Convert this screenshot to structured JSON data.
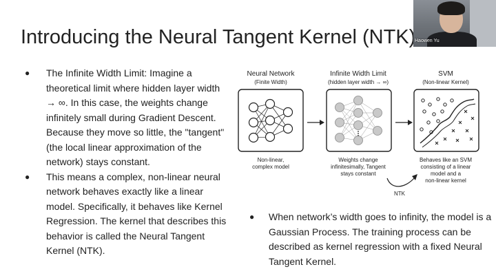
{
  "slide": {
    "title": "Introducing the Neural Tangent Kernel (NTK)"
  },
  "webcam": {
    "name": "Haowen Yu"
  },
  "left_bullets": [
    {
      "text": "The Infinite Width Limit: Imagine a theoretical limit where hidden layer width → ∞. In this case, the weights change infinitely small during Gradient Descent. Because they move so little, the \"tangent\" (the local linear approximation of the network) stays constant."
    },
    {
      "text": "This means a complex, non-linear neural network behaves exactly like a linear model. Specifically, it behaves like Kernel Regression. The kernel that describes this behavior is called the Neural Tangent Kernel (NTK)."
    }
  ],
  "bullet_glyph": "●",
  "right_bullet": {
    "text": "When network’s width goes to infinity, the model is a Gaussian Process. The training process can be described as kernel regression with a fixed Neural Tangent Kernel."
  },
  "diagram": {
    "panels": [
      {
        "title": "Neural Network",
        "subtitle": "(Finite Width)",
        "caption_lines": [
          "Non-linear,",
          "complex model"
        ]
      },
      {
        "title": "Infinite Width Limit",
        "subtitle": "(hidden layer width → ∞)",
        "caption_lines": [
          "Weights change",
          "infinitesimally, Tangent",
          "stays constant"
        ]
      },
      {
        "title": "SVM",
        "subtitle": "(Non-linear Kernel)",
        "caption_lines": [
          "Behaves like an SVM",
          "consisting of a linear",
          "model and a",
          "non-linear kernel"
        ]
      }
    ],
    "ntk_label": "NTK"
  },
  "colors": {
    "text": "#222222",
    "node_fill_infinite": "#c9c9c9",
    "background": "#ffffff"
  }
}
